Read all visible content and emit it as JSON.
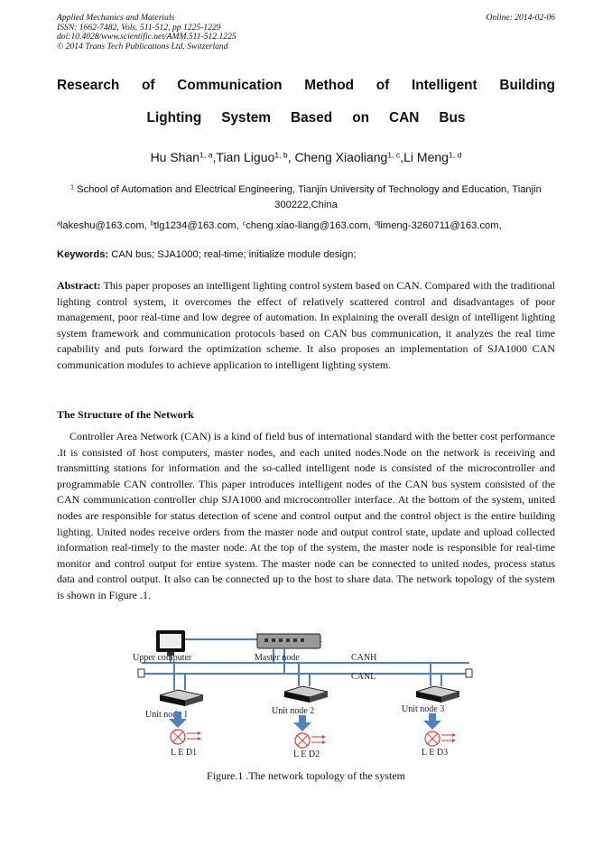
{
  "header": {
    "journal": "Applied Mechanics and Materials",
    "issn": "ISSN: 1662-7482, Vols. 511-512, pp 1225-1229",
    "doi": "doi:10.4028/www.scientific.net/AMM.511-512.1225",
    "copyright": "© 2014 Trans Tech Publications Ltd, Switzerland",
    "online": "Online: 2014-02-06"
  },
  "title": {
    "line1": [
      "Research",
      "of",
      "Communication",
      "Method",
      "of",
      "Intelligent",
      "Building"
    ],
    "line2": [
      "Lighting",
      "System",
      "Based",
      "on",
      "CAN",
      "Bus"
    ]
  },
  "authors": [
    {
      "name": "Hu Shan",
      "sup": "1, a",
      "sep": ","
    },
    {
      "name": "Tian Liguo",
      "sup": "1, b",
      "sep": ", "
    },
    {
      "name": "Cheng Xiaoliang",
      "sup": "1, c",
      "sep": ","
    },
    {
      "name": "Li Meng",
      "sup": "1, d",
      "sep": ""
    }
  ],
  "affiliation": {
    "sup": "1",
    "text": " School of Automation and Electrical Engineering, Tianjin University of Technology and Education, Tianjin 300222,China"
  },
  "emails": [
    {
      "sup": "a",
      "addr": "lakeshu@163.com,"
    },
    {
      "sup": "b",
      "addr": "tlg1234@163.com,"
    },
    {
      "sup": "c",
      "addr": "cheng.xiao-liang@163.com,"
    },
    {
      "sup": "d",
      "addr": "limeng-3260711@163.com,"
    }
  ],
  "keywords": {
    "label": "Keywords:",
    "text": " CAN bus; SJA1000; real-time; initialize module design;"
  },
  "abstract": {
    "label": "Abstract:",
    "text": " This paper proposes an intelligent lighting control system based on CAN. Compared with the traditional lighting control system, it overcomes the effect of relatively scattered control and disadvantages of poor management, poor real-time and low degree of automation. In explaining the overall design of intelligent lighting system framework and communication protocols based on CAN bus communication, it analyzes the real time capability and puts forward the optimization scheme. It also proposes an implementation of SJA1000 CAN communication modules to achieve application to intelligent lighting system."
  },
  "section": {
    "heading": "The Structure of the Network",
    "paragraph": "Controller Area Network (CAN) is a kind of field bus of international standard with the better cost performance .It is consisted of host computers, master nodes, and each united nodes.Node on the network is receiving and transmitting stations for information and the so-called intelligent node is consisted of the microcontroller and programmable CAN controller. This paper introduces intelligent nodes of the CAN bus system consisted of the CAN communication controller chip SJA1000 and microcontroller interface. At the bottom of the system, united nodes are responsible for status detection of scene and control output and the control object is the entire building lighting. United nodes receive orders from the master node and output control state, update and upload collected information real-timely to the master node. At the top of the system, the master node is responsible for real-time monitor and control output for entire system. The master node can be connected to united nodes, process status data and control output. It also can be connected up to the host to share data. The network topology of the system is shown in Figure .1."
  },
  "figure": {
    "labels": {
      "upper_computer": "Upper  computer",
      "master_node": "Master node",
      "canh": "CANH",
      "canl": "CANL",
      "unit1": "Unit node 1",
      "unit2": "Unit node 2",
      "unit3": "Unit node 3",
      "led1": "L  E D1",
      "led2": "L  E D2",
      "led3": "L  E D3"
    },
    "bus_color": "#4f81bd",
    "led_color": "#e53935",
    "caption": "Figure.1 .The network topology of the system"
  }
}
